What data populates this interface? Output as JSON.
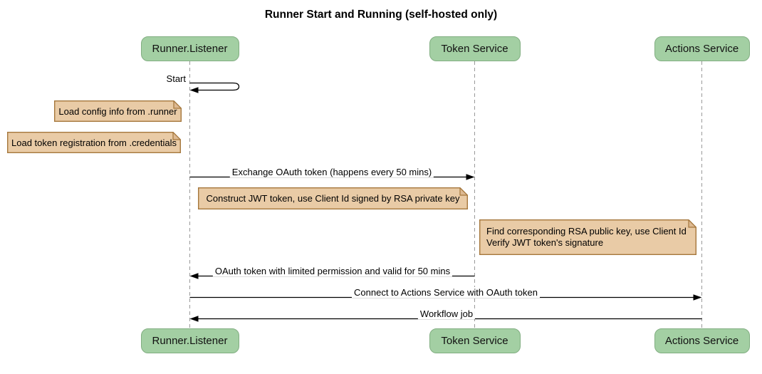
{
  "title": "Runner Start and Running (self-hosted only)",
  "participants": [
    {
      "id": "runner-listener",
      "label": "Runner.Listener"
    },
    {
      "id": "token-service",
      "label": "Token Service"
    },
    {
      "id": "actions-service",
      "label": "Actions Service"
    }
  ],
  "messages": {
    "start": {
      "label": "Start",
      "from": "Runner.Listener",
      "to": "Runner.Listener",
      "kind": "self"
    },
    "exchange": {
      "label": "Exchange OAuth token (happens every 50 mins)",
      "from": "Runner.Listener",
      "to": "Token Service"
    },
    "oauth_return": {
      "label": "OAuth token with limited permission and valid for 50 mins",
      "from": "Token Service",
      "to": "Runner.Listener"
    },
    "connect": {
      "label": "Connect to Actions Service with OAuth token",
      "from": "Runner.Listener",
      "to": "Actions Service"
    },
    "workflow": {
      "label": "Workflow job",
      "from": "Actions Service",
      "to": "Runner.Listener"
    }
  },
  "notes": {
    "config": {
      "text": "Load config info from .runner"
    },
    "credentials": {
      "text": "Load token registration from .credentials"
    },
    "jwt": {
      "text": "Construct JWT token, use Client Id signed by RSA private key"
    },
    "verify": {
      "line1": "Find corresponding RSA public key, use Client Id",
      "line2": "Verify JWT token's signature"
    }
  },
  "colors": {
    "participant_fill": "#A3CFA3",
    "participant_border": "#81AE81",
    "note_fill": "#E9CBA6",
    "note_fold_fill": "#DDB992",
    "note_border": "#A5773C",
    "lifeline": "#999999",
    "arrow": "#000000",
    "text": "#000000"
  }
}
